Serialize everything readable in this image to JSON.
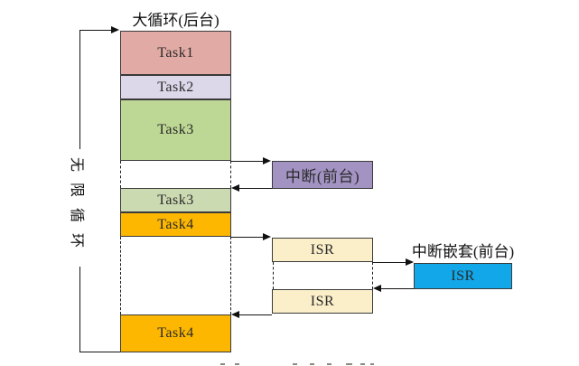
{
  "diagram": {
    "title": "大循环(后台)",
    "loop_label": "无限循环",
    "nested_title": "中断嵌套(前台)",
    "background_tasks": [
      {
        "label": "Task1",
        "color": "#e2aaa4"
      },
      {
        "label": "Task2",
        "color": "#dcd7e9"
      },
      {
        "label": "Task3",
        "color": "#bdd794"
      },
      {
        "label": "Task3",
        "color": "#ccdab2"
      },
      {
        "label": "Task4",
        "color": "#fdb700"
      },
      {
        "label": "Task4",
        "color": "#fdb700"
      }
    ],
    "foreground": {
      "interrupt_label": "中断(前台)",
      "interrupt_color": "#a293c2",
      "isr1_label": "ISR",
      "isr2_label": "ISR",
      "isr_color": "#fbefc9",
      "nested_isr_label": "ISR",
      "nested_isr_color": "#12a7e8"
    },
    "line_color": "#141414"
  }
}
